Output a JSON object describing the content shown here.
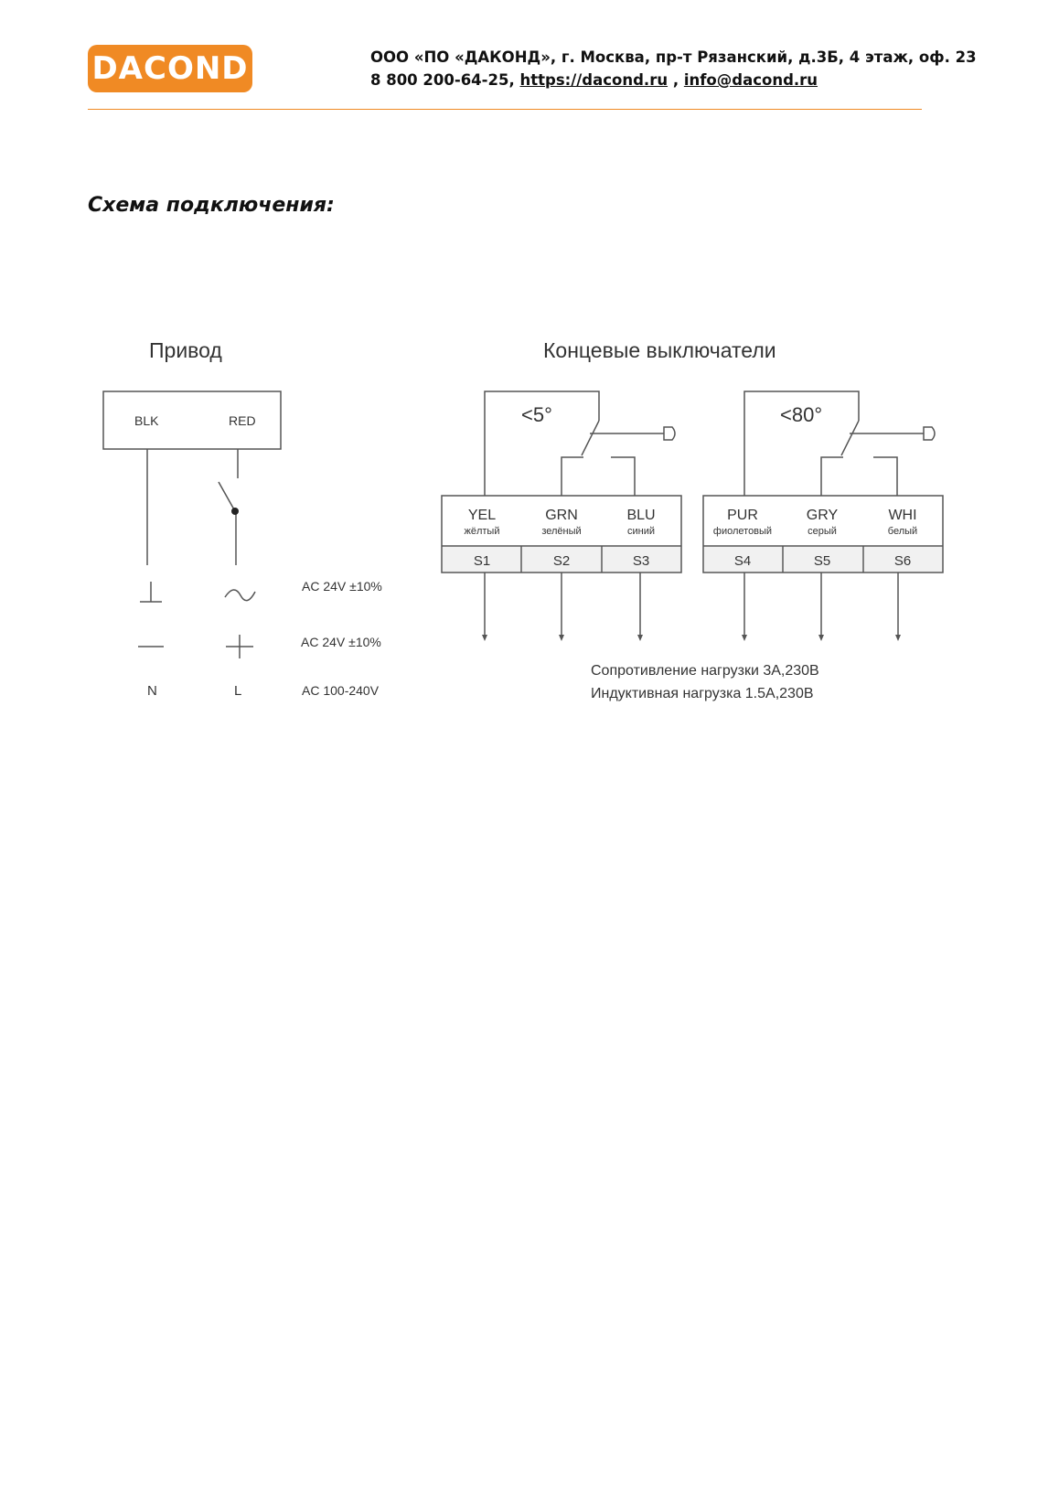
{
  "header": {
    "logo_text": "DACOND",
    "company_prefix": "ООО «ПО «ДАКОНД», г. Москва, пр-т Рязанский, д.3Б, 4 этаж, оф. 23",
    "phone": "8 800 200-64-25, ",
    "website": "https://dacond.ru",
    "separator": " , ",
    "email": "info@dacond.ru",
    "accent_color": "#f08a24"
  },
  "section_title": "Схема подключения:",
  "diagram": {
    "actuator": {
      "title": "Привод",
      "terminal_left": "BLK",
      "terminal_right": "RED",
      "rows": [
        {
          "spec": "AC 24V  ±10%"
        },
        {
          "spec": "AC 24V  ±10%"
        },
        {
          "left": "N",
          "right": "L",
          "spec": "AC 100-240V"
        }
      ]
    },
    "limit_switches": {
      "title": "Концевые выключатели",
      "groups": [
        {
          "angle": "<5°",
          "wires": [
            {
              "code": "YEL",
              "color_name": "жёлтый",
              "terminal": "S1"
            },
            {
              "code": "GRN",
              "color_name": "зелёный",
              "terminal": "S2"
            },
            {
              "code": "BLU",
              "color_name": "синий",
              "terminal": "S3"
            }
          ]
        },
        {
          "angle": "<80°",
          "wires": [
            {
              "code": "PUR",
              "color_name": "фиолетовый",
              "terminal": "S4"
            },
            {
              "code": "GRY",
              "color_name": "серый",
              "terminal": "S5"
            },
            {
              "code": "WHI",
              "color_name": "белый",
              "terminal": "S6"
            }
          ]
        }
      ],
      "load_resistive": "Сопротивление нагрузки 3A,230В",
      "load_inductive": "Индуктивная нагрузка 1.5A,230В"
    }
  }
}
